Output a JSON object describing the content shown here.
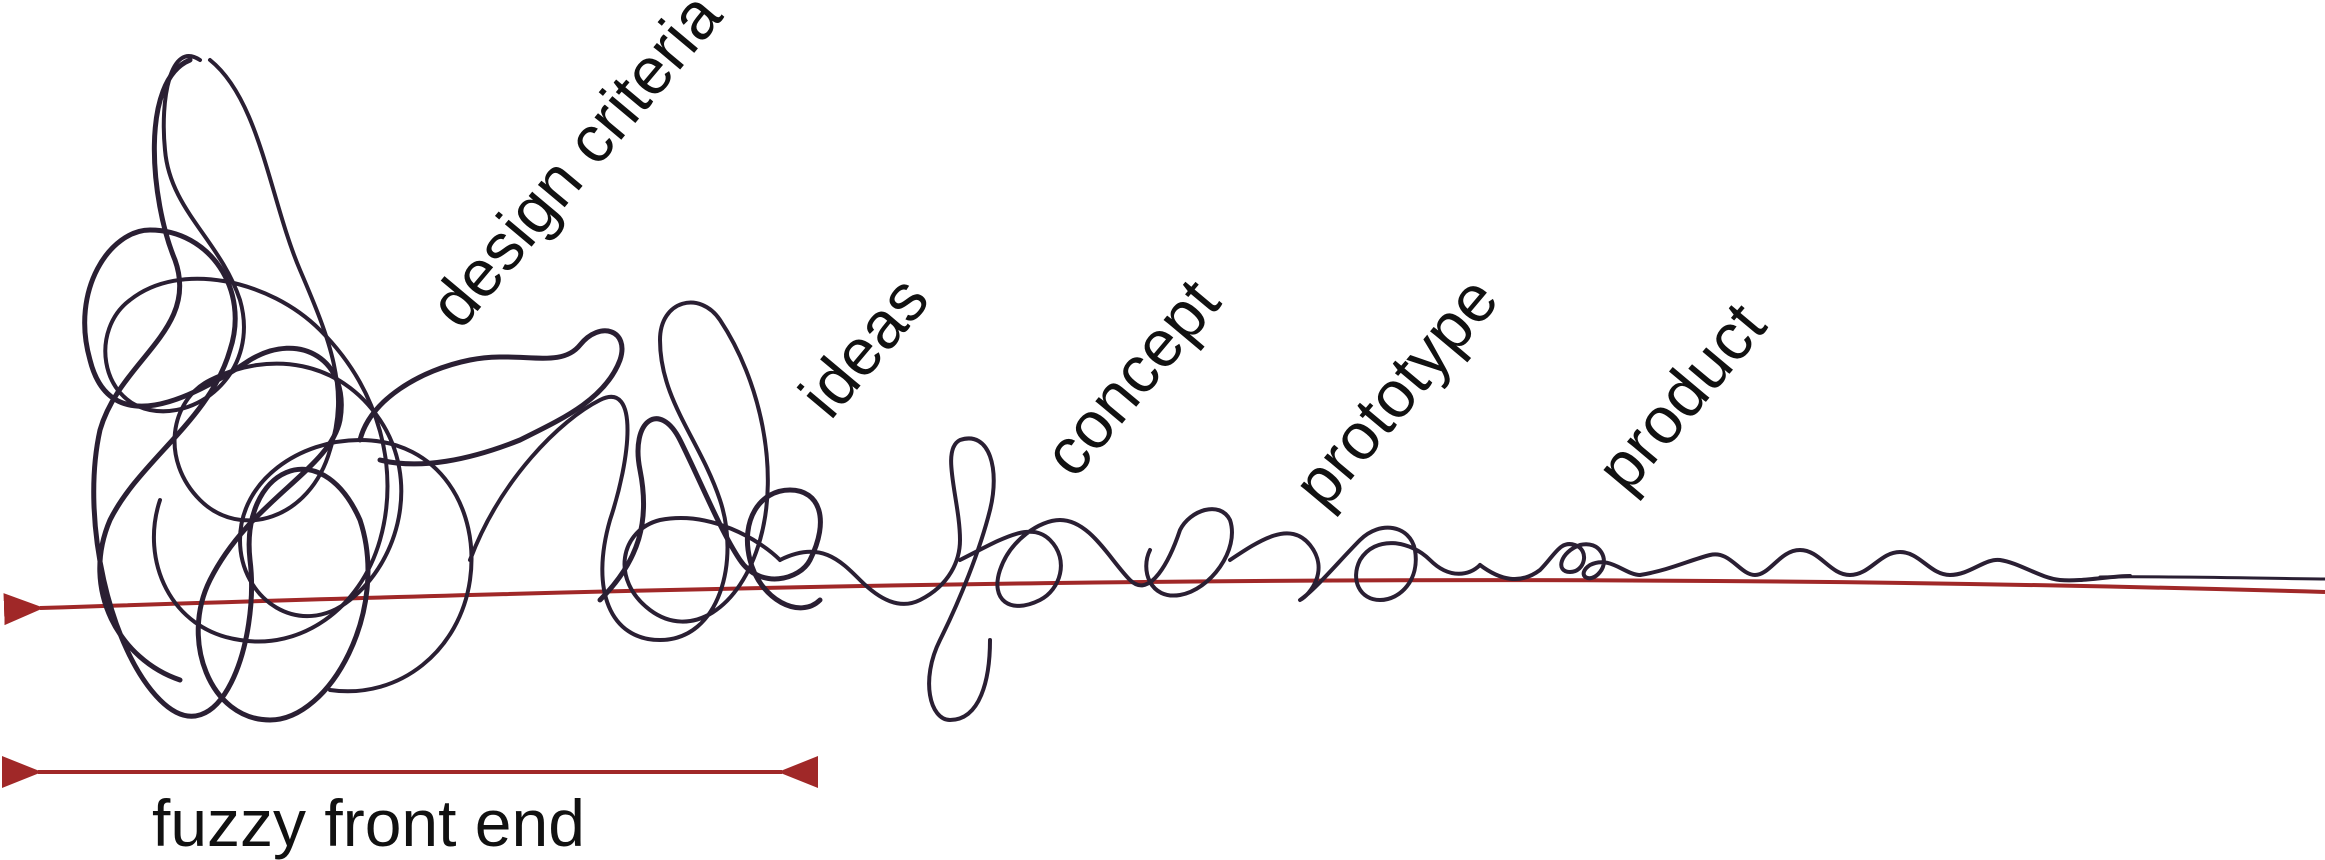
{
  "labels": {
    "design_criteria": "design criteria",
    "ideas": "ideas",
    "concept": "concept",
    "prototype": "prototype",
    "product": "product",
    "fuzzy_front_end": "fuzzy front end"
  },
  "colors": {
    "squiggle": "#2a1f33",
    "arrow": "#a02828",
    "text": "#111111"
  }
}
